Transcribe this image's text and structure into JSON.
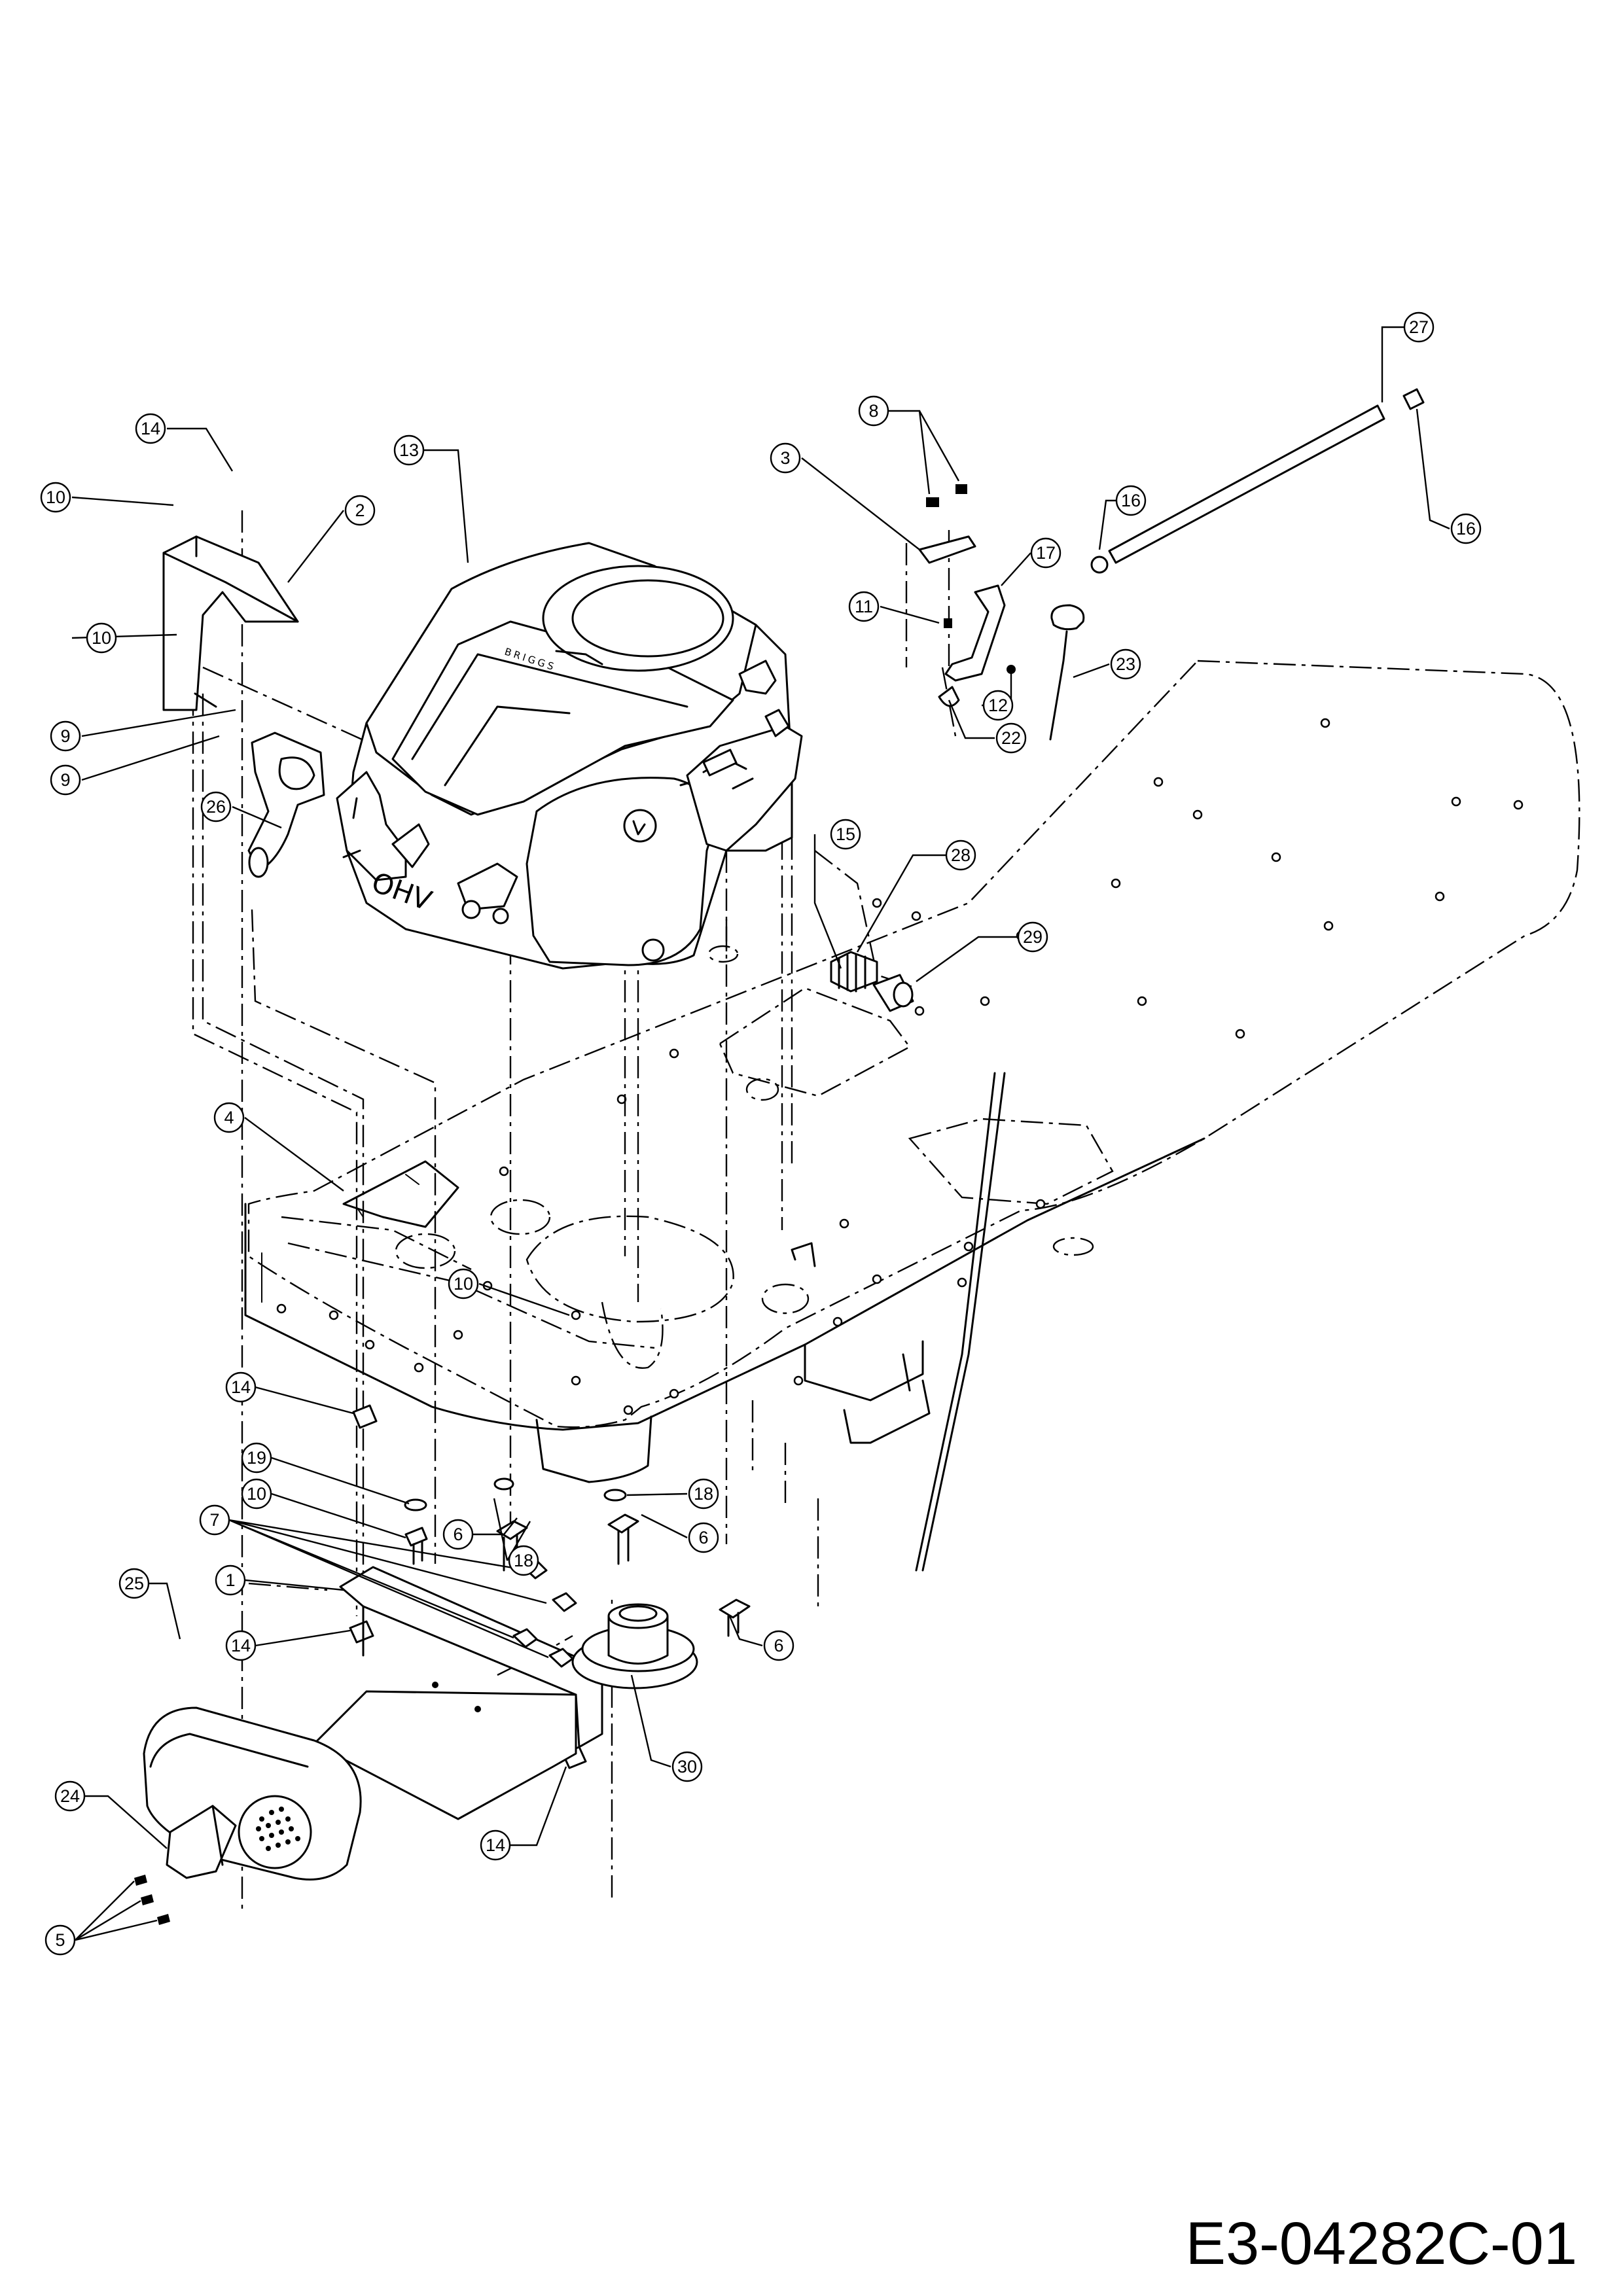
{
  "drawing_code": "E3-04282C-01",
  "engine_marking": "OHV",
  "engine_brand": "BRIGGS",
  "callouts": [
    "1",
    "2",
    "3",
    "4",
    "5",
    "6",
    "7",
    "8",
    "9",
    "10",
    "11",
    "12",
    "13",
    "14",
    "15",
    "16",
    "17",
    "18",
    "19",
    "22",
    "23",
    "24",
    "25",
    "26",
    "27",
    "28",
    "29",
    "30"
  ]
}
